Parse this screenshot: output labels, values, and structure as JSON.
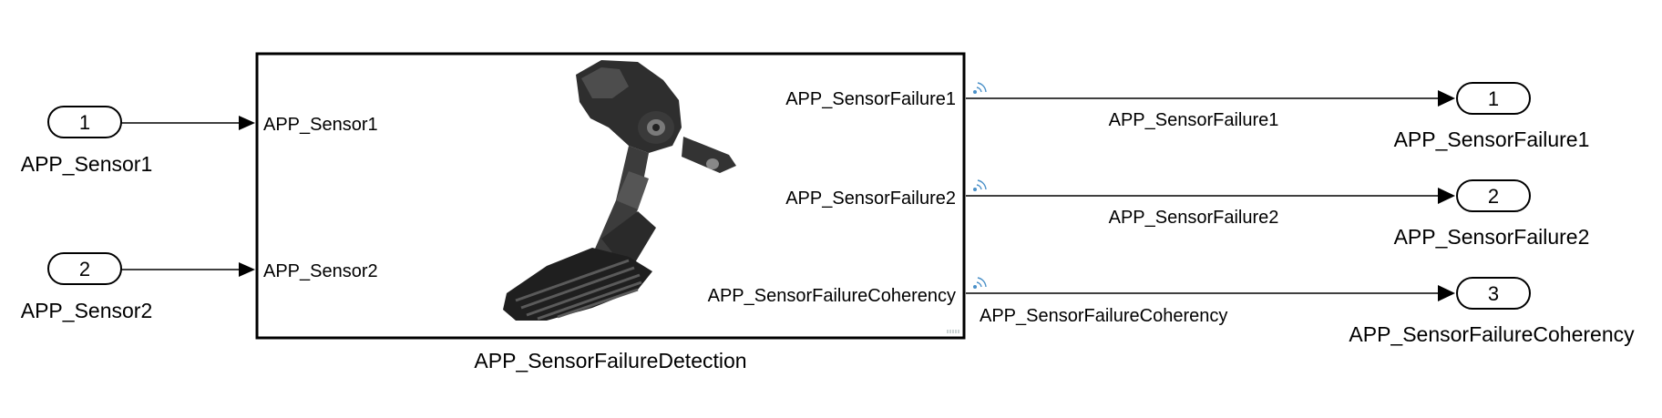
{
  "inports": [
    {
      "number": "1",
      "name": "APP_Sensor1"
    },
    {
      "number": "2",
      "name": "APP_Sensor2"
    }
  ],
  "subsystem": {
    "name": "APP_SensorFailureDetection",
    "inputs": [
      "APP_Sensor1",
      "APP_Sensor2"
    ],
    "outputs": [
      "APP_SensorFailure1",
      "APP_SensorFailure2",
      "APP_SensorFailureCoherency"
    ],
    "image_icon": "accelerator-pedal-icon"
  },
  "signals": [
    "APP_SensorFailure1",
    "APP_SensorFailure2",
    "APP_SensorFailureCoherency"
  ],
  "outports": [
    {
      "number": "1",
      "name": "APP_SensorFailure1"
    },
    {
      "number": "2",
      "name": "APP_SensorFailure2"
    },
    {
      "number": "3",
      "name": "APP_SensorFailureCoherency"
    }
  ],
  "icons": {
    "signal_log": "wifi-signal-icon",
    "arrow": "arrowhead-icon"
  },
  "colors": {
    "line": "#000000",
    "background": "#ffffff",
    "log_icon": "#4a90c8"
  }
}
